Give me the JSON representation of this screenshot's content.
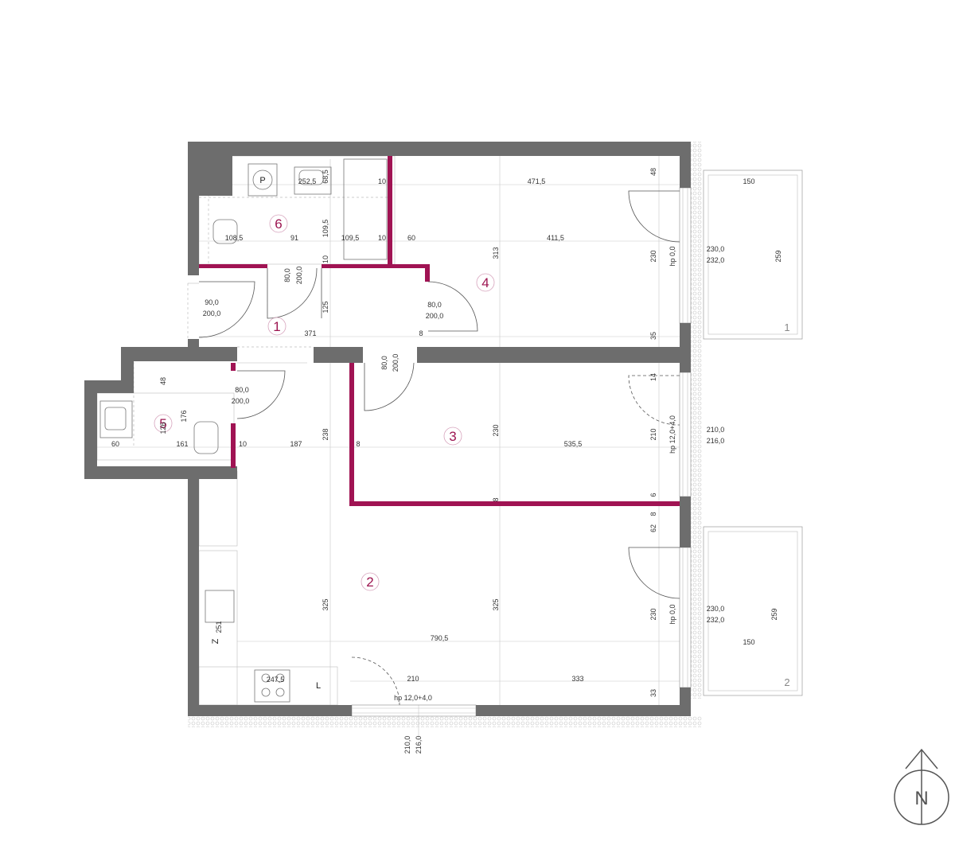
{
  "rooms": {
    "r1": "1",
    "r2": "2",
    "r3": "3",
    "r4": "4",
    "r5": "5",
    "r6": "6"
  },
  "balconies": {
    "b1": "1",
    "b2": "2"
  },
  "fixtures": {
    "p_label": "P",
    "z_label": "Z",
    "l_label": "L"
  },
  "compass": {
    "label": "N"
  },
  "dimensions": {
    "d_252_5": "252,5",
    "d_68_5": "68,5",
    "d_10a": "10",
    "d_471_5": "471,5",
    "d_48a": "48",
    "d_150a": "150",
    "d_108_5": "108,5",
    "d_91": "91",
    "d_109_5a": "109,5",
    "d_109_5b": "109,5",
    "d_10b": "10",
    "d_60a": "60",
    "d_411_5": "411,5",
    "d_313": "313",
    "d_230a": "230",
    "d_hp00a": "hp 0,0",
    "d_2300a": "230,0",
    "d_2320a": "232,0",
    "d_259a": "259",
    "d_10c": "10",
    "d_800a": "80,0",
    "d_2000a": "200,0",
    "d_900": "90,0",
    "d_2000b": "200,0",
    "d_125": "125",
    "d_800b": "80,0",
    "d_2000c": "200,0",
    "d_371": "371",
    "d_8a": "8",
    "d_35": "35",
    "d_800c": "80,0",
    "d_2000d": "200,0",
    "d_48b": "48",
    "d_800d": "80,0",
    "d_2000e": "200,0",
    "d_14": "14",
    "d_176": "176",
    "d_126": "126",
    "d_60b": "60",
    "d_161": "161",
    "d_10d": "10",
    "d_187": "187",
    "d_238": "238",
    "d_8b": "8",
    "d_230b": "230",
    "d_535_5": "535,5",
    "d_210a": "210",
    "d_hp12a": "hp 12,0+4,0",
    "d_2100a": "210,0",
    "d_2160a": "216,0",
    "d_8c": "8",
    "d_6": "6",
    "d_8d": "8",
    "d_62": "62",
    "d_325a": "325",
    "d_325b": "325",
    "d_230c": "230",
    "d_hp00b": "hp 0,0",
    "d_2300b": "230,0",
    "d_2320b": "232,0",
    "d_259b": "259",
    "d_150b": "150",
    "d_251": "251",
    "d_790_5": "790,5",
    "d_247_5": "247,5",
    "d_210b": "210",
    "d_333": "333",
    "d_33": "33",
    "d_hp12b": "hp 12,0+4,0",
    "d_2100b": "210,0",
    "d_2160b": "216,0"
  }
}
